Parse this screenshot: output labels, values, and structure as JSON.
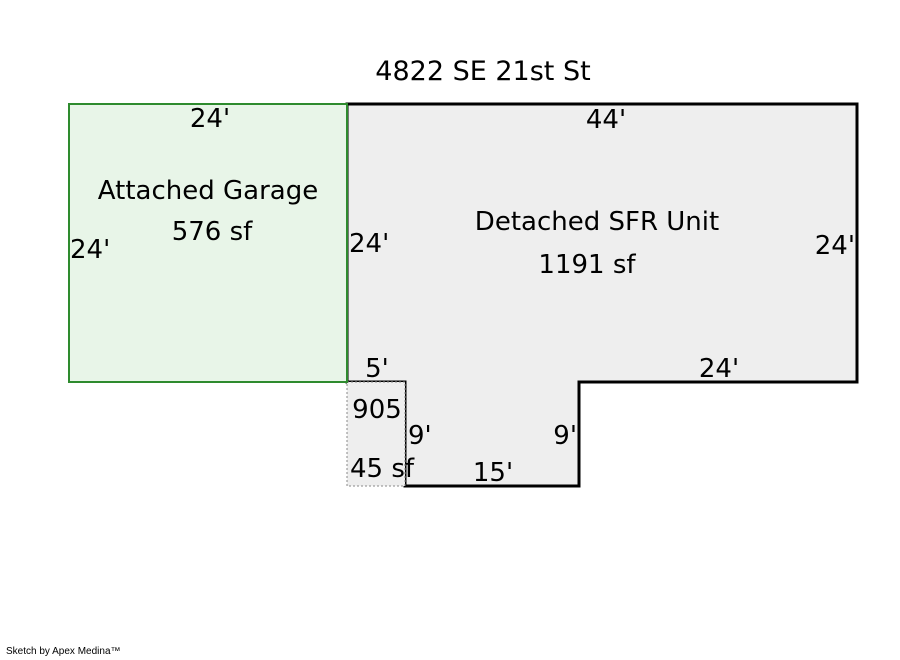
{
  "title": "4822 SE 21st St",
  "footer": "Sketch by Apex Medina™",
  "colors": {
    "garage_fill": "#e8f5e8",
    "garage_stroke": "#2e8b2e",
    "house_fill": "#eeeeee",
    "house_stroke": "#000000",
    "addition_stroke": "#888888"
  },
  "areas": {
    "garage": {
      "name": "Attached Garage",
      "area": "576 sf"
    },
    "house": {
      "name": "Detached SFR Unit",
      "area": "1191 sf"
    },
    "addition": {
      "name": "905",
      "area": "45 sf"
    }
  },
  "dimensions": {
    "garage_top": "24'",
    "garage_left": "24'",
    "house_top": "44'",
    "house_left": "24'",
    "house_right": "24'",
    "house_bottom_right": "24'",
    "addition_top": "5'",
    "notch_left": "9'",
    "notch_right": "9'",
    "notch_bottom": "15'"
  }
}
